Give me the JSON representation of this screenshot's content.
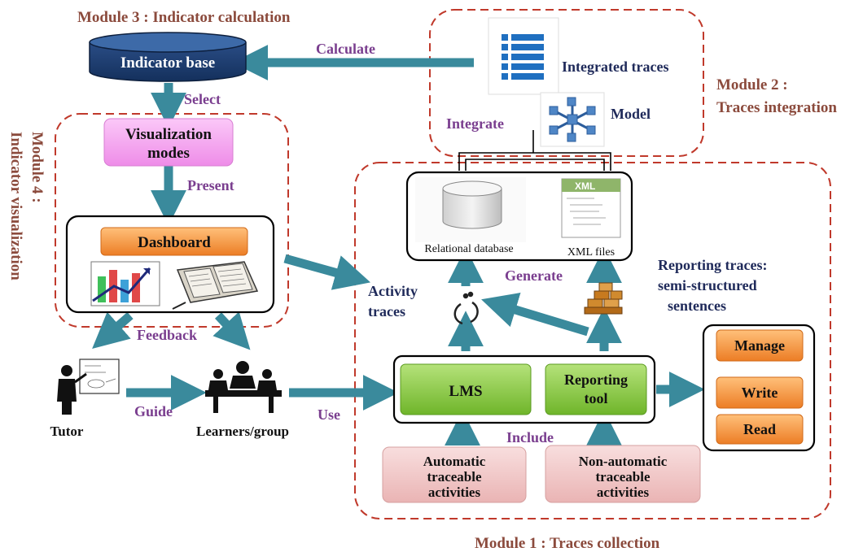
{
  "modules": {
    "m1": "Module 1 : Traces collection",
    "m2_line1": "Module 2 :",
    "m2_line2": "Traces integration",
    "m3": "Module 3 : Indicator calculation",
    "m4_line1": "Module 4 :",
    "m4_line2": "Indicator visualization"
  },
  "nodes": {
    "indicator_base": "Indicator base",
    "visualization_line1": "Visualization",
    "visualization_line2": "modes",
    "dashboard": "Dashboard",
    "tutor": "Tutor",
    "learners": "Learners/group",
    "lms": "LMS",
    "reporting_line1": "Reporting",
    "reporting_line2": "tool",
    "auto_line1": "Automatic",
    "auto_line2": "traceable",
    "auto_line3": "activities",
    "nonauto_line1": "Non-automatic",
    "nonauto_line2": "traceable",
    "nonauto_line3": "activities",
    "manage": "Manage",
    "write": "Write",
    "read": "Read",
    "relational_db": "Relational database",
    "xml_files": "XML files",
    "xml_icon_text": "XML",
    "integrated_traces": "Integrated traces",
    "model": "Model",
    "activity_line1": "Activity",
    "activity_line2": "traces",
    "reporting_traces_line1": "Reporting traces:",
    "reporting_traces_line2": "semi-structured",
    "reporting_traces_line3": "sentences"
  },
  "edges": {
    "calculate": "Calculate",
    "select": "Select",
    "present": "Present",
    "integrate": "Integrate",
    "generate": "Generate",
    "feedback": "Feedback",
    "guide": "Guide",
    "use": "Use",
    "include": "Include"
  },
  "colors": {
    "arrow": "#3a8a9c",
    "module_border": "#c0392b",
    "green": "#8fce3c",
    "orange": "#f39a45",
    "pink": "#f2c8c8",
    "magenta": "#f3a6ef",
    "cylinder": "#1a3a6e",
    "edge_label": "#7a3e8f",
    "module_label": "#8b4a3c"
  },
  "icons": [
    "database-cylinder-icon",
    "list-icon",
    "cube-model-icon",
    "xml-file-icon",
    "footprint-icon",
    "bricks-icon",
    "bar-chart-icon",
    "binder-icon",
    "teacher-icon",
    "learners-icon"
  ]
}
